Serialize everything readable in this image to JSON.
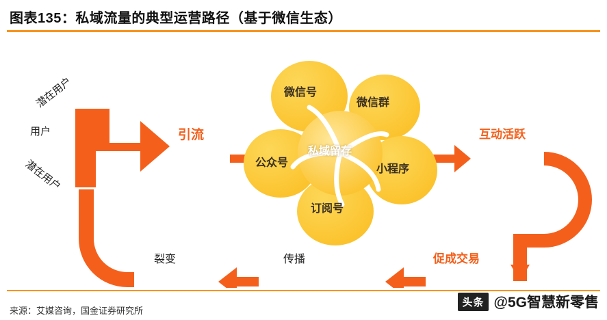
{
  "header": {
    "title": "图表135：私域流量的典型运营路径（基于微信生态）",
    "rule_color": "#F7941E"
  },
  "footer": {
    "source": "来源：艾媒咨询，国金证券研究所",
    "watermark_badge": "头条",
    "watermark_text": "@5G智慧新零售"
  },
  "diagram": {
    "type": "cycle-flow",
    "colors": {
      "arrow_orange": "#F4601B",
      "petal_yellow": "#FBC531",
      "petal_yellow_light": "#FDD551",
      "label_orange": "#F4601B",
      "label_dark": "#222222"
    },
    "inputs": [
      {
        "label": "潜在用户",
        "rotated": true
      },
      {
        "label": "用户",
        "rotated": false
      },
      {
        "label": "潜在用户",
        "rotated": true
      }
    ],
    "stages": [
      {
        "id": "stage-1",
        "label": "引流",
        "style": "orange"
      },
      {
        "id": "stage-2",
        "label": "互动活跃",
        "style": "orange"
      },
      {
        "id": "stage-3",
        "label": "促成交易",
        "style": "orange"
      },
      {
        "id": "stage-4",
        "label": "传播",
        "style": "dark"
      },
      {
        "id": "stage-5",
        "label": "裂变",
        "style": "dark"
      }
    ],
    "flower": {
      "center_label": "私域留存",
      "petals": [
        {
          "id": "petal-weixinhao",
          "label": "微信号"
        },
        {
          "id": "petal-weixinqun",
          "label": "微信群"
        },
        {
          "id": "petal-xiaochengxu",
          "label": "小程序"
        },
        {
          "id": "petal-dingyuehao",
          "label": "订阅号"
        },
        {
          "id": "petal-gongzhonghao",
          "label": "公众号"
        }
      ]
    }
  }
}
